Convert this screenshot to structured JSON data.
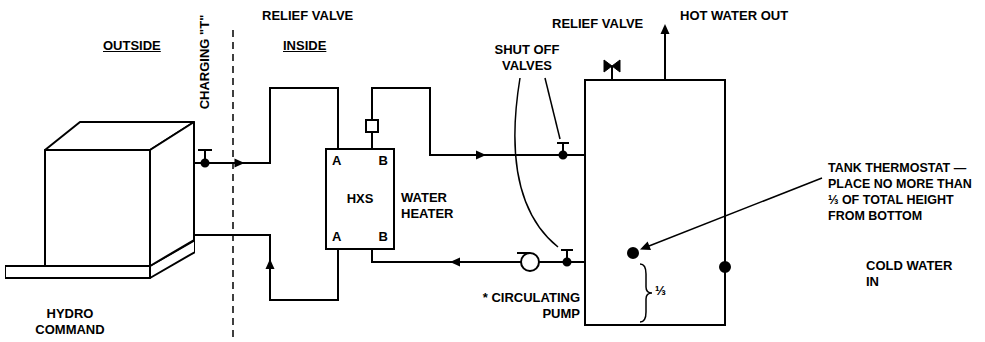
{
  "diagram": {
    "nodes": [
      {
        "text": [
          "HYDRO COMMAND"
        ]
      },
      {
        "text": [
          "A",
          "B",
          "HXS",
          "A",
          "B",
          "WATER HEATER"
        ]
      }
    ],
    "edges": [
      {
        "from": 0,
        "to": 1,
        "arrow": "to"
      },
      {
        "from": 1,
        "to": 0,
        "arrow": "to"
      }
    ],
    "labels": [
      "OUTSIDE",
      "CHARGING \"T\"",
      "INSIDE",
      "RELIEF VALVE",
      "RELIEF VALVE",
      "SHUT OFF VALVES",
      "HOT WATER OUT",
      "TANK THERMOSTAT — PLACE NO MORE THAN ⅓ OF TOTAL HEIGHT FROM BOTTOM",
      "COLD WATER IN",
      "⅓",
      "* CIRCULATING PUMP"
    ]
  }
}
